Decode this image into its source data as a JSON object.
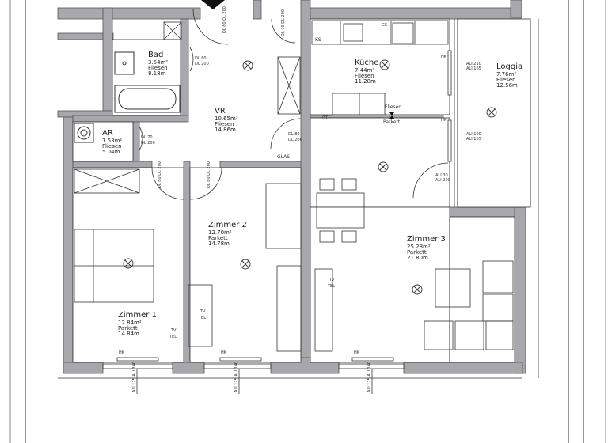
{
  "plan": {
    "wall_color": "#a7a7ad",
    "line_color": "#333333",
    "entrance_marker": "entrance-arrow"
  },
  "rooms": [
    {
      "id": "bad",
      "name": "Bad",
      "area": "3.54m²",
      "floor": "Fliesen",
      "perimeter": "8.18m"
    },
    {
      "id": "ar",
      "name": "AR",
      "area": "1.53m²",
      "floor": "Fliesen",
      "perimeter": "5.04m"
    },
    {
      "id": "vr",
      "name": "VR",
      "area": "10.65m²",
      "floor": "Fliesen",
      "perimeter": "14.86m"
    },
    {
      "id": "kueche",
      "name": "Küche",
      "area": "7.44m²",
      "floor": "Fliesen",
      "perimeter": "11.28m"
    },
    {
      "id": "loggia",
      "name": "Loggia",
      "area": "7.76m²",
      "floor": "Fliesen",
      "perimeter": "12.56m"
    },
    {
      "id": "zimmer1",
      "name": "Zimmer 1",
      "area": "12.84m²",
      "floor": "Parkett",
      "perimeter": "14.84m"
    },
    {
      "id": "zimmer2",
      "name": "Zimmer 2",
      "area": "12.70m²",
      "floor": "Parkett",
      "perimeter": "14.78m"
    },
    {
      "id": "zimmer3",
      "name": "Zimmer 3",
      "area": "25.28m²",
      "floor": "Parkett",
      "perimeter": "21.80m"
    }
  ],
  "annotations": {
    "door_bad": [
      "DL 80",
      "DL 200"
    ],
    "door_entry": [
      "DL 80",
      "DL 200"
    ],
    "door_top": [
      "DL 70",
      "DL 200"
    ],
    "door_ar": [
      "DL 70",
      "DL 200"
    ],
    "door_glas": [
      "DL 80",
      "DL 200"
    ],
    "glas": "GLAS",
    "door_z1": [
      "DL 80",
      "DL 200"
    ],
    "door_z2": [
      "DL 80",
      "DL 200"
    ],
    "kitchen_ks": "KS",
    "kitchen_gs": "GS",
    "pt": "PT",
    "floor_change_top": "Fliesen",
    "floor_change_bottom": "Parkett",
    "hk": "HK",
    "tv": "TV",
    "tel": "TEL",
    "loggia_window_1": [
      "ALI 210",
      "ALI 165"
    ],
    "loggia_window_2": [
      "ALI 100",
      "ALI 165"
    ],
    "loggia_door": [
      "ALI 30",
      "ALI 200"
    ],
    "sill_1": [
      "ALI 125",
      "ALI 160"
    ],
    "sill_2": [
      "ALI 125",
      "ALI 160"
    ],
    "sill_3": [
      "ALI 125",
      "ALI 160"
    ]
  }
}
